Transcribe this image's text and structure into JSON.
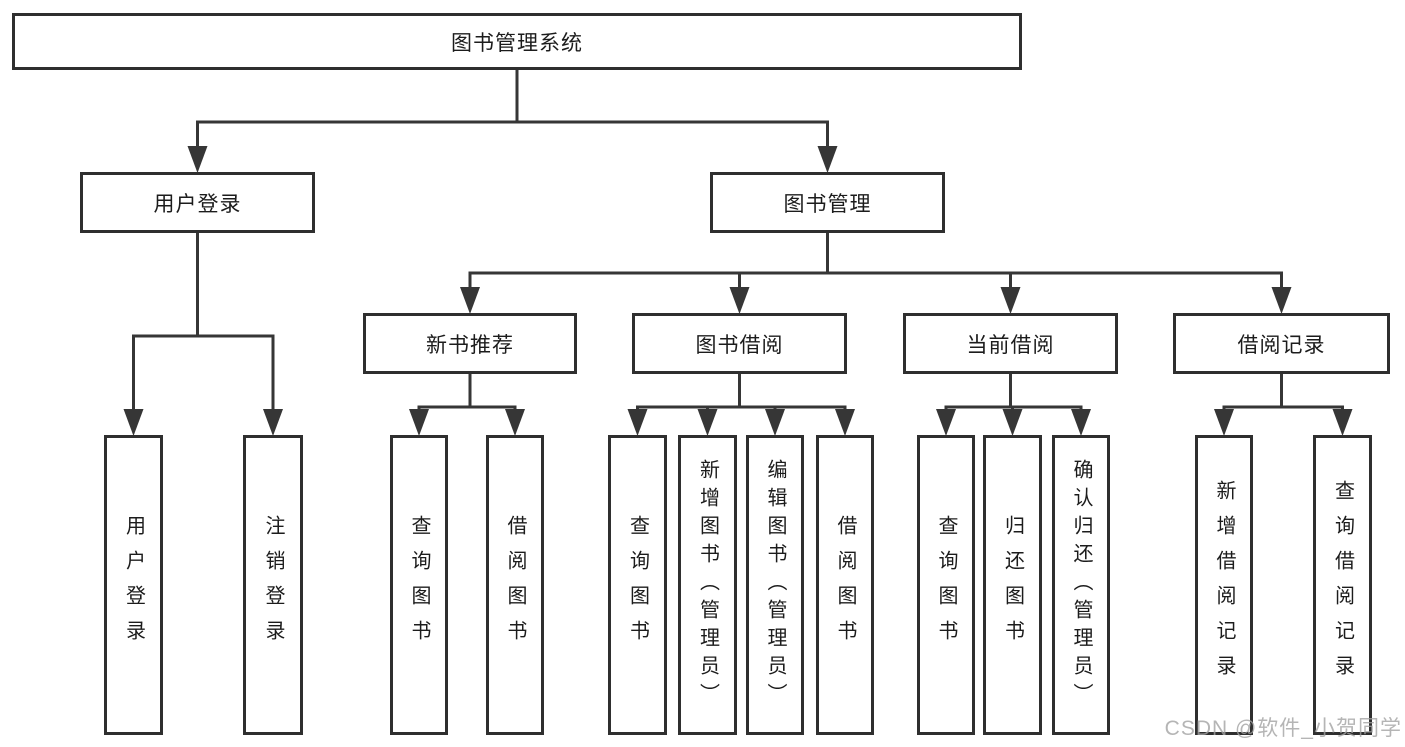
{
  "tree": {
    "root": {
      "label": "图书管理系统"
    },
    "branches": [
      {
        "label": "用户登录",
        "children": [
          {
            "label": "用户登录"
          },
          {
            "label": "注销登录"
          }
        ]
      },
      {
        "label": "图书管理",
        "children": [
          {
            "label": "新书推荐",
            "children": [
              {
                "label": "查询图书"
              },
              {
                "label": "借阅图书"
              }
            ]
          },
          {
            "label": "图书借阅",
            "children": [
              {
                "label": "查询图书"
              },
              {
                "label": "新增图书（管理员）"
              },
              {
                "label": "编辑图书（管理员）"
              },
              {
                "label": "借阅图书"
              }
            ]
          },
          {
            "label": "当前借阅",
            "children": [
              {
                "label": "查询图书"
              },
              {
                "label": "归还图书"
              },
              {
                "label": "确认归还（管理员）"
              }
            ]
          },
          {
            "label": "借阅记录",
            "children": [
              {
                "label": "新增借阅记录"
              },
              {
                "label": "查询借阅记录"
              }
            ]
          }
        ]
      }
    ]
  },
  "watermark": {
    "text": "CSDN @软件_小贺同学",
    "color": "#a3a3a3"
  },
  "colors": {
    "background": "#ffffff",
    "box_border": "#2f2f2f",
    "connector": "#363636",
    "text": "#1c1c1c"
  }
}
